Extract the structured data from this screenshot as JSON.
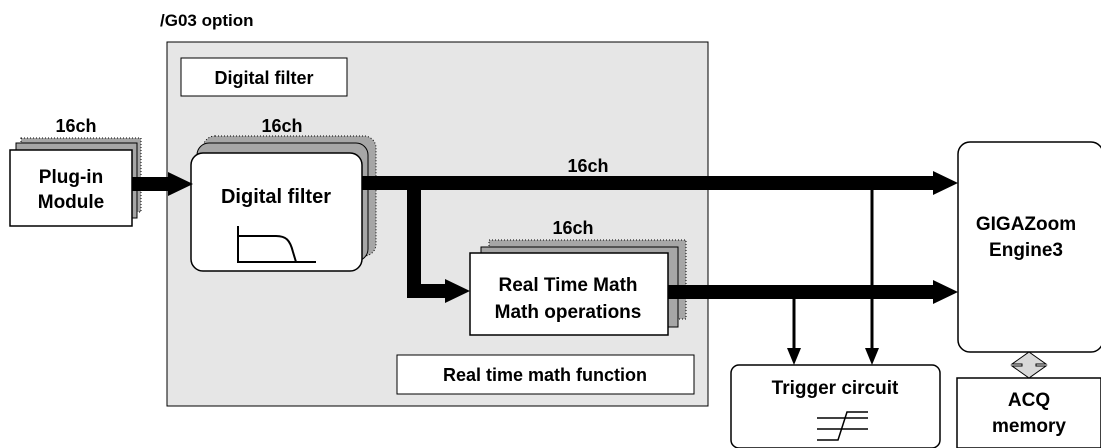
{
  "option_label": "/G03 option",
  "digital_filter_section_label": "Digital filter",
  "realtime_math_section_label": "Real time math function",
  "plugin": {
    "channels": "16ch",
    "line1": "Plug-in",
    "line2": "Module"
  },
  "filter": {
    "channels": "16ch",
    "label": "Digital filter"
  },
  "math": {
    "channels": "16ch",
    "line1": "Real Time Math",
    "line2": "Math operations"
  },
  "main_path_channels": "16ch",
  "engine": {
    "line1": "GIGAZoom",
    "line2": "Engine3"
  },
  "trigger": {
    "label": "Trigger circuit"
  },
  "acq": {
    "line1": "ACQ",
    "line2": "memory"
  }
}
